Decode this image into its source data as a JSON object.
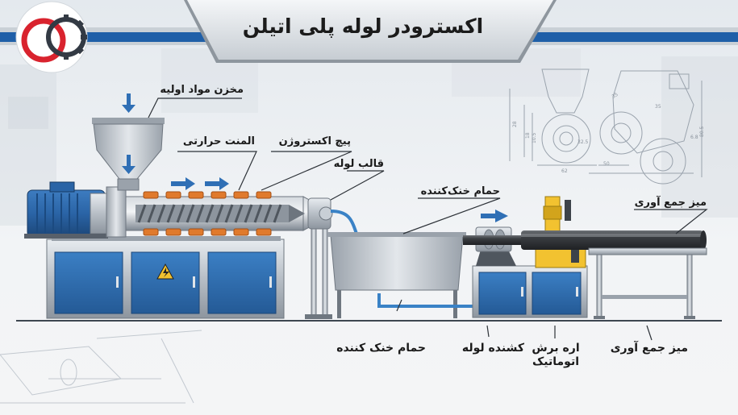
{
  "title": "اکسترودر لوله پلی اتیلن",
  "labels": {
    "hopper": "مخزن مواد اولیه",
    "heater": "المنت حرارتی",
    "screw": "پیچ اکستروژن",
    "die": "قالب لوله",
    "cooling_bath_top": "حمام خنک‌کننده",
    "collection_table_top": "میز جمع آوری",
    "cooling_bath_bottom": "حمام خنک کننده",
    "puller": "کشنده لوله",
    "saw": "اره برش اتوماتیک",
    "collection_table_bottom": "میز جمع آوری"
  },
  "drawing_dimensions": [
    "62",
    "28",
    "18",
    "10.5",
    "32.5",
    "50",
    "35",
    "35",
    "6.8",
    "80.5"
  ],
  "colors": {
    "machine_blue": "#2f6fb5",
    "machine_gray": "#b9c0c8",
    "heater_orange": "#e07a2c",
    "saw_yellow": "#f2c230",
    "arrow_blue": "#2f6fb5",
    "logo_red": "#d9232e",
    "header_bar": "#c5ccd3",
    "header_stripe": "#1f5fa8"
  },
  "icons": [
    "logo-gear-icon",
    "warning-icon",
    "down-arrow-icon",
    "right-arrow-icon"
  ]
}
